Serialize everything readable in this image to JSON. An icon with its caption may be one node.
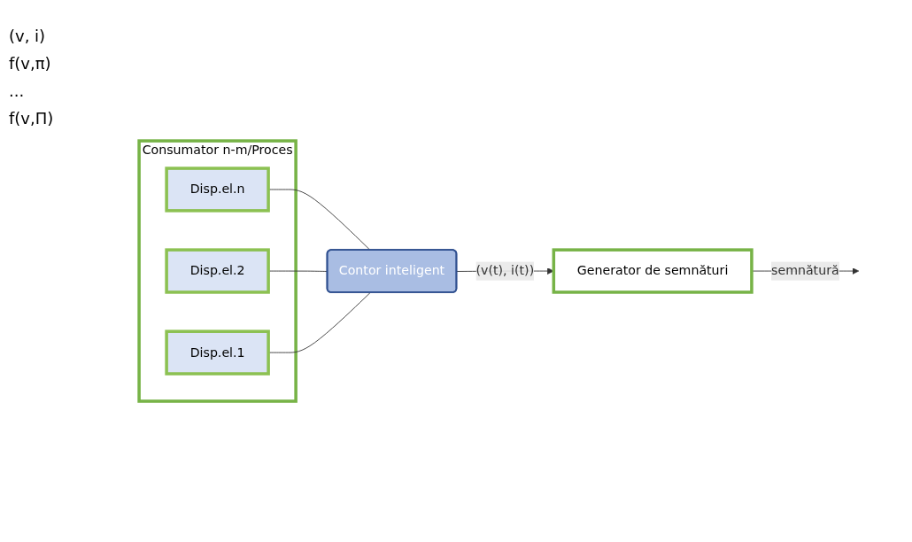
{
  "diagram": {
    "nodes": [
      {
        "text": [
          "Consumator n-m/Proces"
        ]
      },
      {
        "text": [
          "Disp.el.n"
        ],
        "in": 0
      },
      {
        "text": [
          "Disp.el.2"
        ],
        "in": 0
      },
      {
        "text": [
          "Disp.el.1"
        ],
        "in": 0
      },
      {
        "text": [
          "Contor inteligent"
        ]
      },
      {
        "text": [
          "Generator de semnături"
        ]
      }
    ],
    "edges": [
      {
        "from": 1,
        "to": 4,
        "arrow": "none"
      },
      {
        "from": 2,
        "to": 4,
        "arrow": "none"
      },
      {
        "from": 3,
        "to": 4,
        "arrow": "none"
      },
      {
        "from": 4,
        "to": 5,
        "arrow": "to",
        "label": "(v(t), i(t))"
      },
      {
        "from": 5,
        "to": null,
        "arrow": "to",
        "label": "semnătură"
      }
    ],
    "labels": [
      "(v, i)",
      "f(v,π)",
      "...",
      "f(v,Π)"
    ]
  }
}
